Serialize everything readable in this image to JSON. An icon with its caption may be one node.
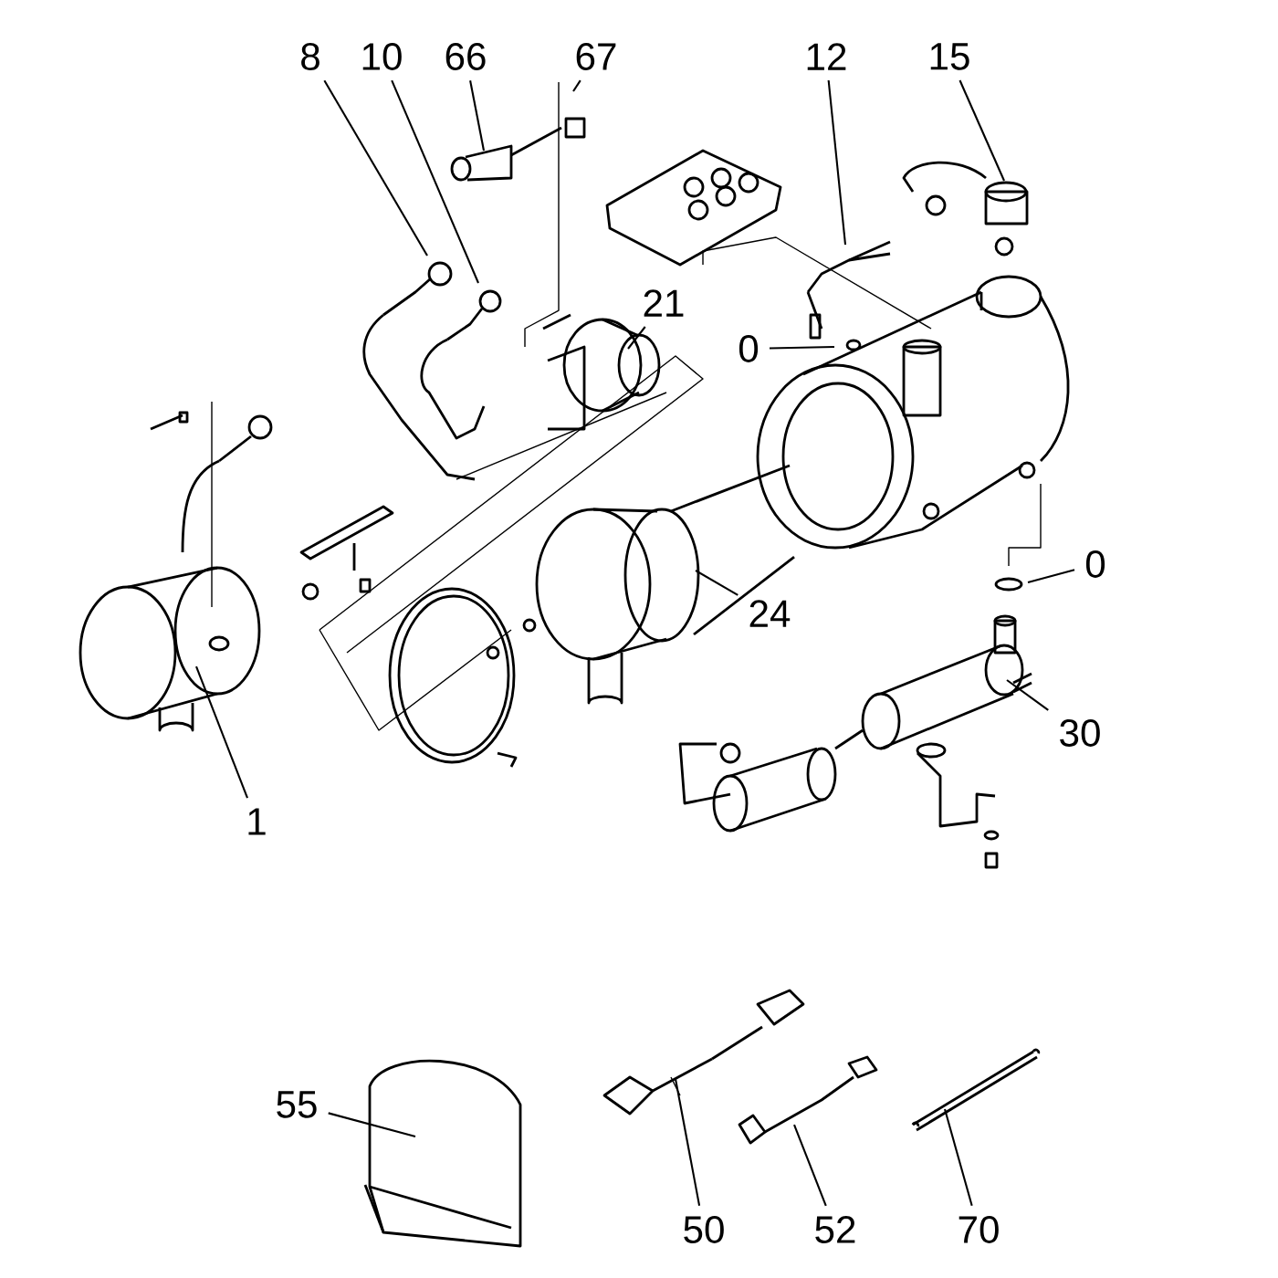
{
  "diagram": {
    "nodes": [
      {
        "text": [
          "8"
        ]
      },
      {
        "text": [
          "10"
        ]
      },
      {
        "text": [
          "66"
        ]
      },
      {
        "text": [
          "67"
        ]
      },
      {
        "text": [
          "12"
        ]
      },
      {
        "text": [
          "15"
        ]
      },
      {
        "text": [
          "21"
        ]
      },
      {
        "text": [
          "0"
        ]
      },
      {
        "text": [
          "0"
        ]
      },
      {
        "text": [
          "24"
        ]
      },
      {
        "text": [
          "30"
        ]
      },
      {
        "text": [
          "1"
        ]
      },
      {
        "text": [
          "55"
        ]
      },
      {
        "text": [
          "50"
        ]
      },
      {
        "text": [
          "52"
        ]
      },
      {
        "text": [
          "70"
        ]
      }
    ],
    "edges": [
      {
        "from": 0,
        "to": null,
        "arrow": "none"
      },
      {
        "from": 1,
        "to": null,
        "arrow": "none"
      },
      {
        "from": 2,
        "to": null,
        "arrow": "none"
      },
      {
        "from": 3,
        "to": null,
        "arrow": "none"
      },
      {
        "from": 4,
        "to": null,
        "arrow": "none"
      },
      {
        "from": 5,
        "to": null,
        "arrow": "none"
      },
      {
        "from": 6,
        "to": null,
        "arrow": "none"
      },
      {
        "from": 7,
        "to": null,
        "arrow": "none"
      },
      {
        "from": 8,
        "to": null,
        "arrow": "none"
      },
      {
        "from": 9,
        "to": null,
        "arrow": "none"
      },
      {
        "from": 10,
        "to": null,
        "arrow": "none"
      },
      {
        "from": 11,
        "to": null,
        "arrow": "none"
      },
      {
        "from": 12,
        "to": null,
        "arrow": "none"
      },
      {
        "from": 13,
        "to": null,
        "arrow": "none"
      },
      {
        "from": 14,
        "to": null,
        "arrow": "none"
      },
      {
        "from": 15,
        "to": null,
        "arrow": "none"
      }
    ]
  }
}
